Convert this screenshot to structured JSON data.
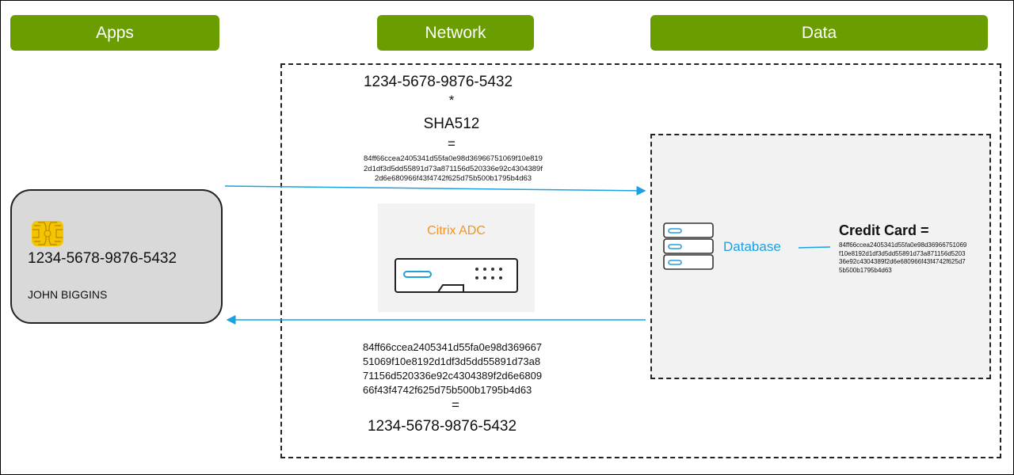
{
  "headers": {
    "apps": "Apps",
    "network": "Network",
    "data": "Data"
  },
  "colors": {
    "header_green": "#6a9e00",
    "arrow_blue": "#1ba1e2",
    "adc_orange": "#f7931e",
    "database_blue": "#1ba1e2",
    "chip_gold": "#f5c400"
  },
  "network": {
    "plain_card_number": "1234-5678-9876-5432",
    "operator": "*",
    "algorithm": "SHA512",
    "equals": "=",
    "hash_lines": [
      "84ff66ccea2405341d55fa0e98d36966751069f10e819",
      "2d1df3d5dd55891d73a871156d520336e92c4304389f",
      "2d6e680966f43f4742f625d75b500b1795b4d63"
    ],
    "adc_label": "Citrix ADC",
    "return_hash_lines": [
      "84ff66ccea2405341d55fa0e98d369667",
      "51069f10e8192d1df3d5dd55891d73a8",
      "71156d520336e92c4304389f2d6e6809",
      "66f43f4742f625d75b500b1795b4d63"
    ],
    "return_equals": "=",
    "return_card_number": "1234-5678-9876-5432"
  },
  "card": {
    "number": "1234-5678-9876-5432",
    "holder": "JOHN BIGGINS"
  },
  "data": {
    "database_label": "Database",
    "credit_card_label": "Credit Card =",
    "stored_hash_lines": [
      "84ff66ccea2405341d55fa0e98d36966751069",
      "f10e8192d1df3d5dd55891d73a871156d5203",
      "36e92c4304389f2d6e680966f43f4742f625d7",
      "5b500b1795b4d63"
    ]
  },
  "icons": {
    "chip": "card-chip-icon",
    "adc": "appliance-icon",
    "database": "server-stack-icon"
  }
}
